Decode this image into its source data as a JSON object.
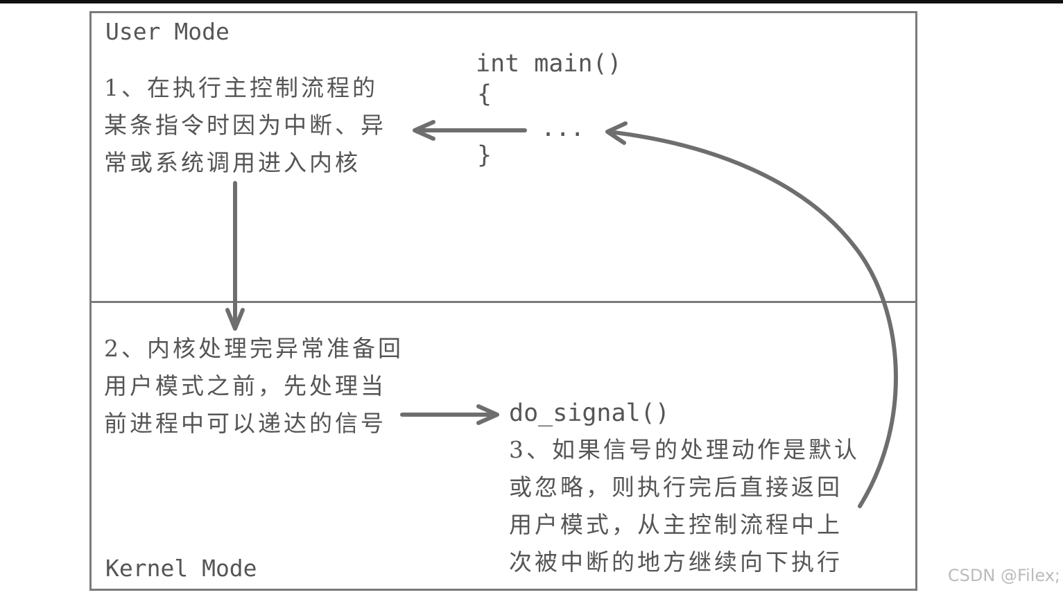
{
  "user_mode": {
    "label": "User Mode",
    "step1_text": "1、在执行主控制流程的\n某条指令时因为中断、异\n常或系统调用进入内核",
    "code": {
      "main": "int main()",
      "open_brace": "{",
      "ellipsis": "...",
      "close_brace": "}"
    }
  },
  "kernel_mode": {
    "label": "Kernel Mode",
    "step2_text": "2、内核处理完异常准备回\n用户模式之前，先处理当\n前进程中可以递达的信号",
    "do_signal": "do_signal()",
    "step3_text": "3、如果信号的处理动作是默认\n或忽略，则执行完后直接返回\n用户模式，从主控制流程中上\n次被中断的地方继续向下执行"
  },
  "watermark": "CSDN @Filex;",
  "colors": {
    "line": "#7a7a7a",
    "text": "#555555",
    "arrow": "#6e6e6e",
    "top_bar": "#111111"
  }
}
